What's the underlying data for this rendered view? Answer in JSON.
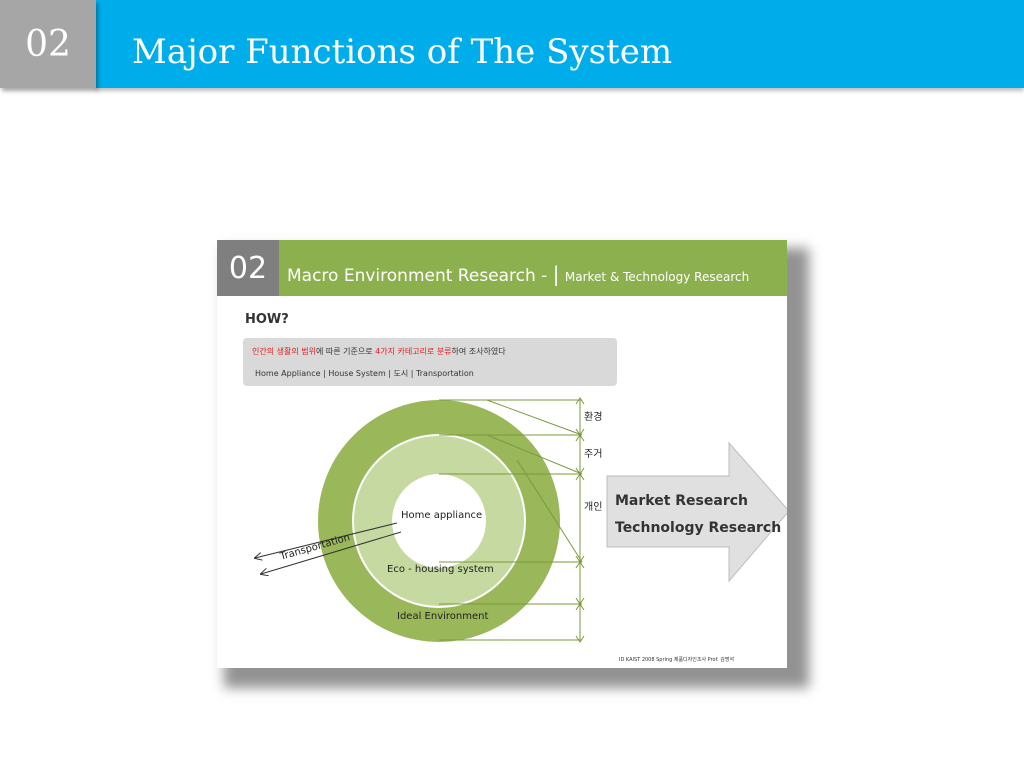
{
  "header": {
    "number": "02",
    "title": "Major Functions of The System",
    "colors": {
      "accent": "#00adeb",
      "number_box": "#a6a6a6"
    }
  },
  "embedded_slide": {
    "number": "02",
    "title": "Macro Environment Research -",
    "separator": "|",
    "subtitle": "Market & Technology Research",
    "how_label": "HOW?",
    "info_line1": {
      "part1": "인간의 생활의 범위",
      "part2": "에 따른 기준으로 ",
      "part3": "4가지 카테고리로 분류",
      "part4": "하여 조사하였다"
    },
    "info_line2": "Home Appliance | House System | 도시 | Transportation",
    "diagram": {
      "inner_label": "Home appliance",
      "middle_label": "Eco - housing system",
      "outer_label": "Ideal Environment",
      "transport_label": "Transportation",
      "scale_labels": [
        "환경",
        "주거",
        "개인"
      ]
    },
    "arrow_lines": [
      "Market Research",
      "Technology Research"
    ],
    "credit": "ID KAIST 2008 Spring 제품디자인조사 Prof. 김명석",
    "colors": {
      "green_outer": "#9ab85a",
      "green_middle": "#c5d9a0",
      "header_green": "#8db04e",
      "arrow_fill": "#e0e0e0"
    }
  }
}
